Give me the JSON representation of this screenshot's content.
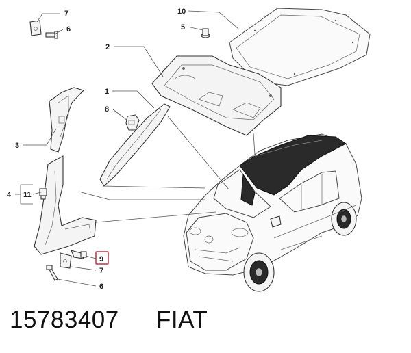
{
  "callouts": {
    "c10": "10",
    "c5": "5",
    "c2": "2",
    "c1": "1",
    "c8": "8",
    "c7top": "7",
    "c6top": "6",
    "c3": "3",
    "c4": "4",
    "c11": "11",
    "c9": "9",
    "c7bottom": "7",
    "c6bottom": "6"
  },
  "footer": {
    "part_number": "15783407",
    "brand": "FIAT"
  },
  "colors": {
    "highlight_box": "#c0304a",
    "line": "#333333",
    "roof_glass": "#2a2a2a"
  }
}
